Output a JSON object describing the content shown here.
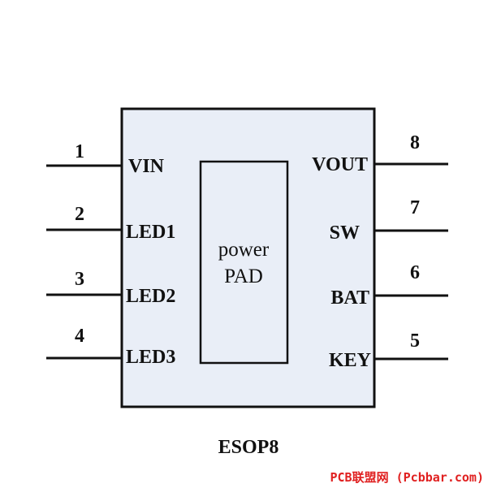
{
  "colors": {
    "body_fill": "#e9eef7",
    "stroke": "#111111",
    "text": "#111111",
    "watermark": "#e02020"
  },
  "chip": {
    "package": "ESOP8",
    "pad_line1": "power",
    "pad_line2": "PAD"
  },
  "pins": {
    "p1": {
      "number": "1",
      "label": "VIN"
    },
    "p2": {
      "number": "2",
      "label": "LED1"
    },
    "p3": {
      "number": "3",
      "label": "LED2"
    },
    "p4": {
      "number": "4",
      "label": "LED3"
    },
    "p5": {
      "number": "5",
      "label": "KEY"
    },
    "p6": {
      "number": "6",
      "label": "BAT"
    },
    "p7": {
      "number": "7",
      "label": "SW"
    },
    "p8": {
      "number": "8",
      "label": "VOUT"
    }
  },
  "watermark": "PCB联盟网 (Pcbbar.com)"
}
